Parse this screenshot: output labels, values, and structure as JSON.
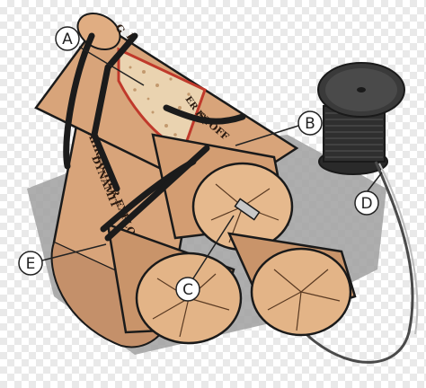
{
  "colors": {
    "cardboard": "#d8a47a",
    "cardboard_dark": "#b9845b",
    "cardboard_light": "#e7bd96",
    "end_cap": "#e6b98d",
    "outline": "#1a1a1a",
    "strap": "#1b1b1b",
    "filling": "#ead3b0",
    "filling_border": "#c0392b",
    "shadow": "#9a9a9a",
    "spool": "#3b3b3b",
    "fuse_wire": "#666666"
  },
  "labels": {
    "a": "A",
    "b": "B",
    "c": "C",
    "d": "D",
    "e": "E"
  },
  "stick_text": {
    "left_line1": "GEFÄHRLICHER EXPLOSIVSTOFF",
    "left_line2": "DYNAMIT",
    "top_fragment_1": "G",
    "top_fragment_2": "R",
    "top_fragment_3": "ER EX",
    "top_fragment_4": "STOFF"
  },
  "icons": {
    "spool": "wire-spool-icon",
    "dynamite": "dynamite-bundle-icon"
  }
}
